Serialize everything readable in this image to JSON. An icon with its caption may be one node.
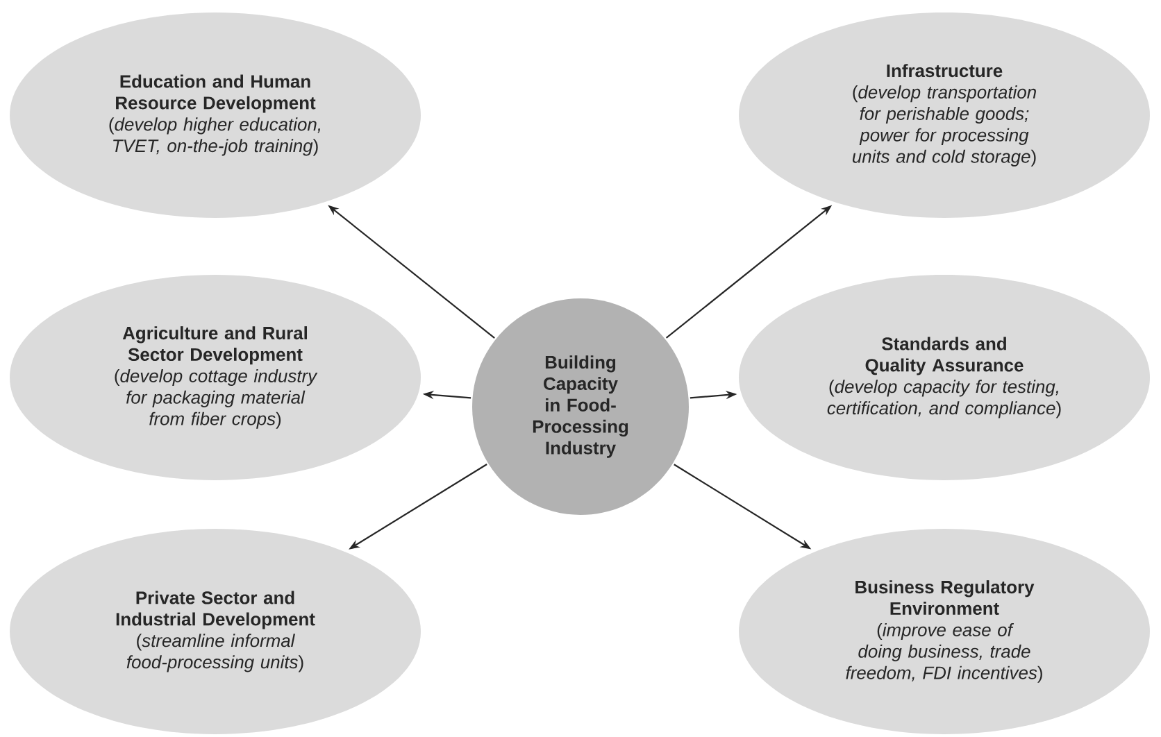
{
  "diagram": {
    "nodes": [
      {
        "text": [
          "Education and Human Resource Development",
          "(*develop higher education, TVET, on-the-job training*)"
        ]
      },
      {
        "text": [
          "Infrastructure",
          "(*develop transportation for perishable goods; power for processing units and cold storage*)"
        ]
      },
      {
        "text": [
          "Agriculture and Rural Sector Development",
          "(*develop cottage industry for packaging material from fiber crops*)"
        ]
      },
      {
        "text": [
          "Building Capacity in Food-Processing Industry"
        ]
      },
      {
        "text": [
          "Standards and Quality Assurance",
          "(*develop capacity for testing, certification, and compliance*)"
        ]
      },
      {
        "text": [
          "Private Sector and Industrial Development",
          "(*streamline informal food-processing units*)"
        ]
      },
      {
        "text": [
          "Business Regulatory Environment",
          "(*improve ease of doing business, trade freedom, FDI incentives*)"
        ]
      }
    ],
    "edges": [
      {
        "from": 3,
        "to": 0,
        "arrow": "to"
      },
      {
        "from": 3,
        "to": 1,
        "arrow": "to"
      },
      {
        "from": 3,
        "to": 2,
        "arrow": "to"
      },
      {
        "from": 3,
        "to": 4,
        "arrow": "to"
      },
      {
        "from": 3,
        "to": 5,
        "arrow": "to"
      },
      {
        "from": 3,
        "to": 6,
        "arrow": "to"
      }
    ]
  }
}
